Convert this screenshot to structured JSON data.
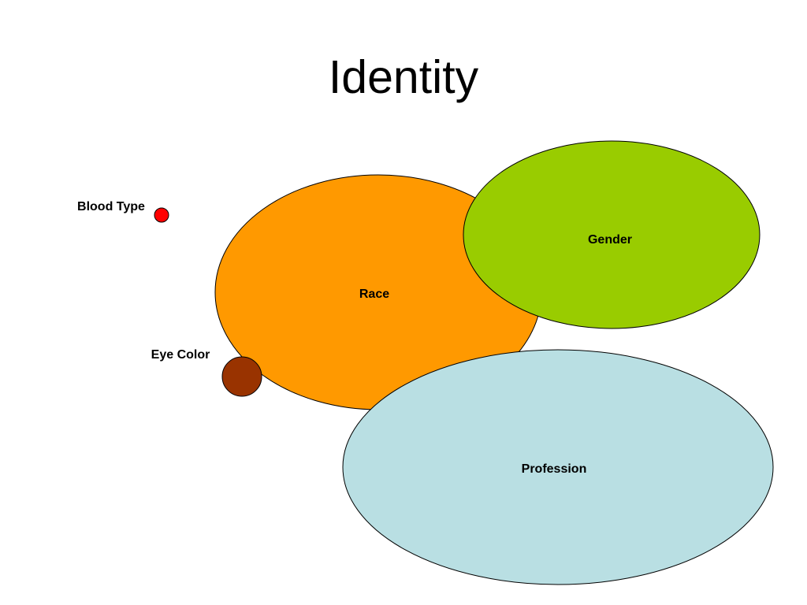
{
  "slide": {
    "title": "Identity"
  },
  "shapes": {
    "race": {
      "label": "Race",
      "fill": "#FF9900"
    },
    "gender": {
      "label": "Gender",
      "fill": "#99CC00"
    },
    "profession": {
      "label": "Profession",
      "fill": "#B9DFE3"
    },
    "eye_color": {
      "label": "Eye Color",
      "fill": "#993300"
    },
    "blood_type": {
      "label": "Blood Type",
      "fill": "#FF0000"
    }
  },
  "colors": {
    "outline": "#000000",
    "background": "#FFFFFF"
  }
}
